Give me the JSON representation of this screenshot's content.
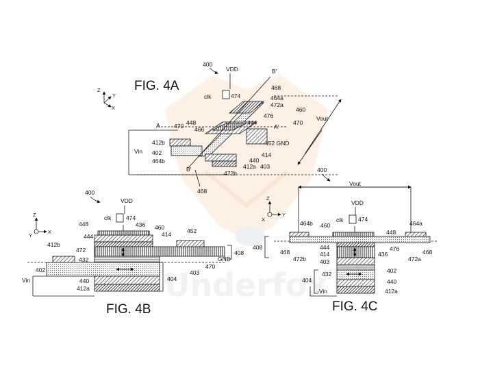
{
  "watermark": {
    "text": "Underfox"
  },
  "fig4a": {
    "title": "FIG. 4A",
    "ref": "400",
    "labels": {
      "vdd": "VDD",
      "clk": "clk",
      "c474": "474",
      "bprime": "B'",
      "b": "B'",
      "c468_top": "468",
      "c468_bot": "468",
      "c464a": "464a",
      "c472a": "472a",
      "c460": "460",
      "c476": "476",
      "a": "A",
      "aprime": "A'",
      "c448": "448",
      "c444": "444",
      "c470": "470",
      "c466": "466",
      "vout": "Vout",
      "c412b": "412b",
      "c452gnd": "452 GND",
      "vin": "Vin",
      "c402": "402",
      "c414": "414",
      "c464b": "464b",
      "c440": "440",
      "c412a": "412a",
      "c403": "403",
      "c472b": "472b"
    }
  },
  "fig4b": {
    "title": "FIG. 4B",
    "ref": "400",
    "labels": {
      "vdd": "VDD",
      "clk": "clk",
      "c474": "474",
      "c448": "448",
      "c436": "436",
      "c460": "460",
      "c444": "444",
      "c414": "414",
      "c452": "452",
      "c412b": "412b",
      "c408": "408",
      "c472": "472",
      "c432": "432",
      "c470": "470",
      "gnd": "GND",
      "c402": "402",
      "c403": "403",
      "vin": "Vin",
      "c404": "404",
      "c440": "440",
      "c412a": "412a"
    }
  },
  "fig4c": {
    "title": "FIG. 4C",
    "ref": "400",
    "labels": {
      "vout": "Vout",
      "vdd": "VDD",
      "clk": "clk",
      "c474": "474",
      "c464b": "464b",
      "c460": "460",
      "c448": "448",
      "c464a": "464a",
      "c408": "408",
      "c468_l": "468",
      "c472b": "472b",
      "c444": "444",
      "c414": "414",
      "c476": "476",
      "c468_r": "468",
      "c472a": "472a",
      "c403": "403",
      "c436": "436",
      "c402": "402",
      "c432": "432",
      "c404": "404",
      "c440": "440",
      "vin": "-Vin",
      "c412a": "412a"
    }
  },
  "axes": {
    "a": {
      "z": "Z",
      "y": "Y",
      "x": "X"
    },
    "b": {
      "z": "Z",
      "y": "Y",
      "x": "X"
    },
    "c": {
      "z": "Z",
      "y": "Y",
      "x": "X"
    }
  }
}
